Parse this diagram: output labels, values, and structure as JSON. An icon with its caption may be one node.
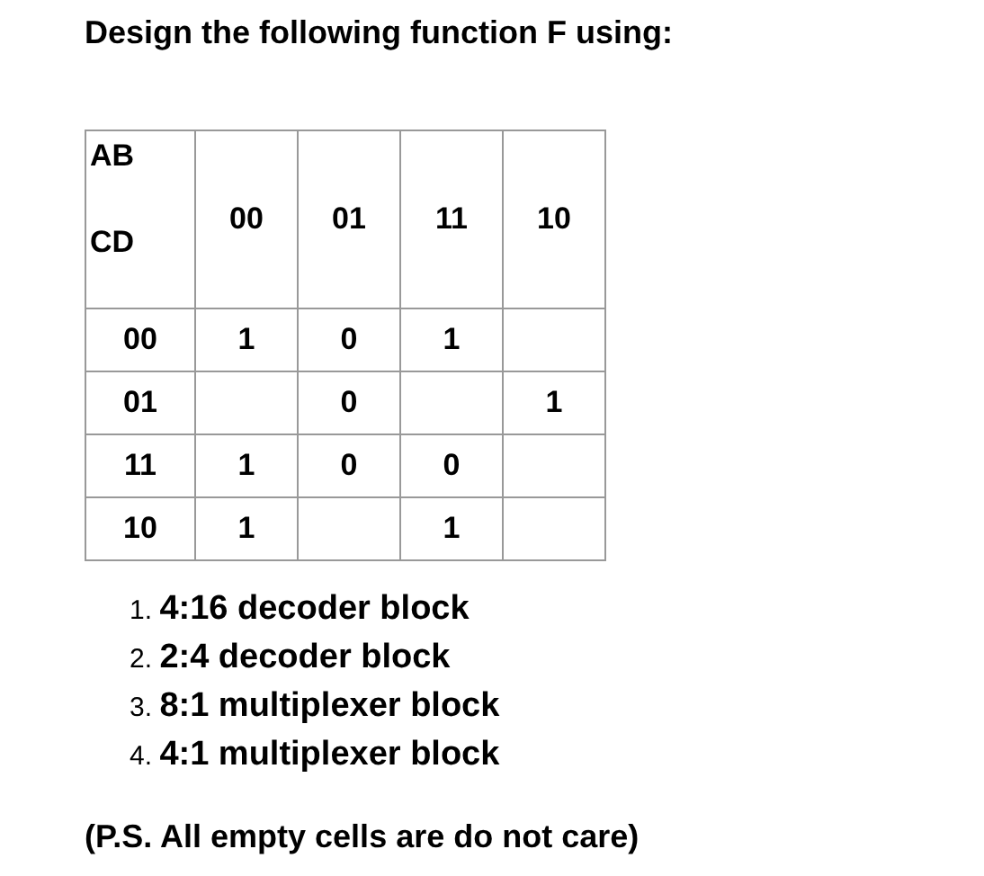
{
  "diagram": {
    "title": "Design the following function F using:",
    "caption": "(P.S. All empty cells are do not care)",
    "labels": [
      "AB",
      "CD",
      "00",
      "01",
      "11",
      "10",
      "00",
      "1",
      "0",
      "1",
      "01",
      "0",
      "1",
      "11",
      "1",
      "0",
      "0",
      "10",
      "1",
      "1",
      "1. **4:16 decoder block**",
      "2. **2:4 decoder block**",
      "3. **8:1 multiplexer block**",
      "4. **4:1 multiplexer block**"
    ]
  }
}
